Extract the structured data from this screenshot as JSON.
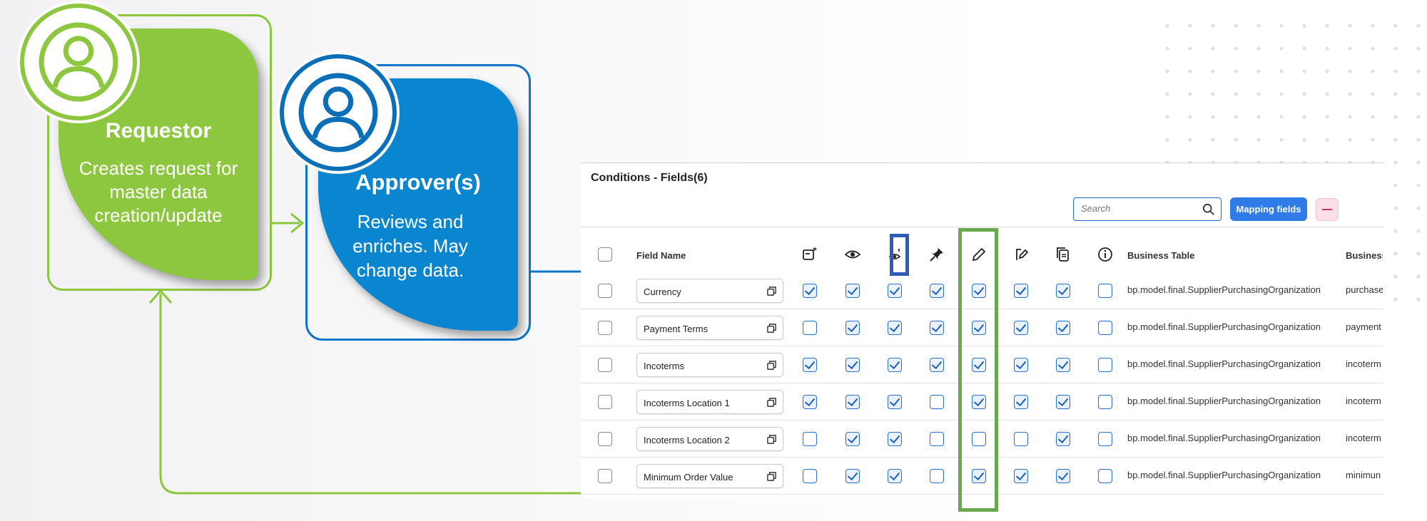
{
  "colors": {
    "requestor": "#8dc63f",
    "approver": "#0a85cf",
    "accent": "#2f7be8",
    "highlight_blue": "#2d5db5",
    "highlight_green": "#6aa84f"
  },
  "requestor": {
    "title": "Requestor",
    "description": "Creates request for master data creation/update",
    "icon": "user-icon"
  },
  "approver": {
    "title": "Approver(s)",
    "description": "Reviews and enriches. May change data.",
    "icon": "user-icon"
  },
  "panel": {
    "title": "Conditions - Fields(6)",
    "search_placeholder": "Search",
    "mapping_button": "Mapping fields",
    "columns": {
      "field_name": "Field Name",
      "business_table": "Business Table",
      "business_field": "Business"
    },
    "column_icons": [
      "mandatory-icon",
      "visible-icon",
      "hidden-visible-icon",
      "pin-icon",
      "edit-icon",
      "edit-document-icon",
      "copy-icon",
      "info-icon"
    ],
    "rows": [
      {
        "name": "Currency",
        "flags": [
          true,
          true,
          true,
          true,
          true,
          true,
          true,
          false
        ],
        "table": "bp.model.final.SupplierPurchasingOrganization",
        "field": "purchase"
      },
      {
        "name": "Payment Terms",
        "flags": [
          false,
          true,
          true,
          true,
          true,
          true,
          true,
          false
        ],
        "table": "bp.model.final.SupplierPurchasingOrganization",
        "field": "payment"
      },
      {
        "name": "Incoterms",
        "flags": [
          true,
          true,
          true,
          true,
          true,
          true,
          true,
          false
        ],
        "table": "bp.model.final.SupplierPurchasingOrganization",
        "field": "incoterm"
      },
      {
        "name": "Incoterms Location 1",
        "flags": [
          true,
          true,
          true,
          false,
          true,
          true,
          true,
          false
        ],
        "table": "bp.model.final.SupplierPurchasingOrganization",
        "field": "incoterm"
      },
      {
        "name": "Incoterms Location 2",
        "flags": [
          false,
          true,
          true,
          false,
          false,
          false,
          true,
          false
        ],
        "table": "bp.model.final.SupplierPurchasingOrganization",
        "field": "incoterm"
      },
      {
        "name": "Minimum Order Value",
        "flags": [
          false,
          true,
          true,
          false,
          true,
          true,
          true,
          false
        ],
        "table": "bp.model.final.SupplierPurchasingOrganization",
        "field": "minimun"
      }
    ]
  }
}
